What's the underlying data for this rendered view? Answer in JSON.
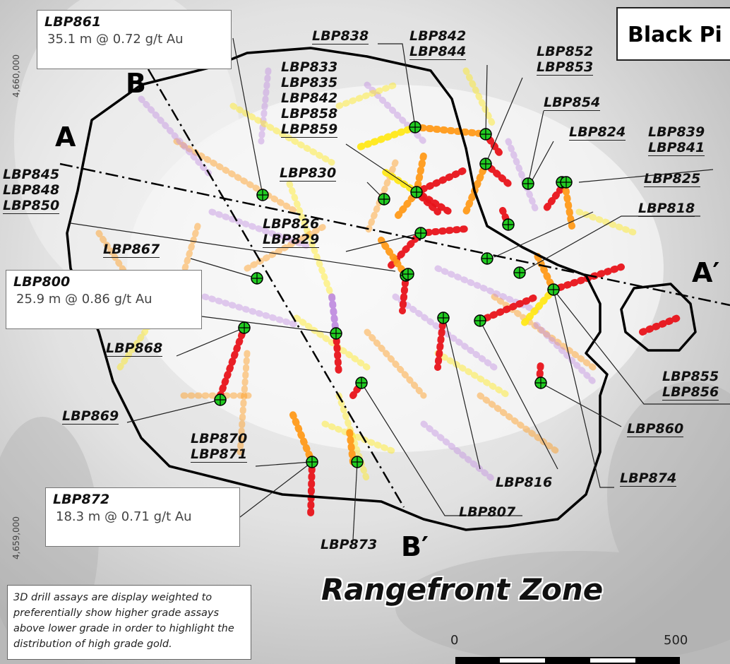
{
  "map_title": "Black Pi",
  "zone_title": "Rangefront Zone",
  "note": "3D drill assays are display weighted to preferentially show higher grade assays above lower grade in order to highlight the distribution of high grade gold.",
  "coordinates": {
    "north_top": "4,660,000",
    "north_bottom": "4,659,000"
  },
  "scale_bar": {
    "start": "0",
    "end": "500"
  },
  "sections": {
    "a": "A",
    "a_prime": "A′",
    "b": "B",
    "b_prime": "B′"
  },
  "info_boxes": {
    "lbp861": {
      "hole": "LBP861",
      "interval": "35.1 m @ 0.72 g/t Au"
    },
    "lbp800": {
      "hole": "LBP800",
      "interval": "25.9 m @ 0.86 g/t Au"
    },
    "lbp872": {
      "hole": "LBP872",
      "interval": "18.3 m @ 0.71 g/t Au"
    }
  },
  "labels": {
    "lbp838": "LBP838",
    "lbp842_844": [
      "LBP842",
      "LBP844"
    ],
    "lbp852_853": [
      "LBP852",
      "LBP853"
    ],
    "lbp833_group": [
      "LBP833",
      "LBP835",
      "LBP842",
      "LBP858",
      "LBP859"
    ],
    "lbp854": "LBP854",
    "lbp824": "LBP824",
    "lbp839_841": [
      "LBP839",
      "LBP841"
    ],
    "lbp845_group": [
      "LBP845",
      "LBP848",
      "LBP850"
    ],
    "lbp830": "LBP830",
    "lbp825": "LBP825",
    "lbp818": "LBP818",
    "lbp826_829": [
      "LBP826",
      "LBP829"
    ],
    "lbp867": "LBP867",
    "lbp868": "LBP868",
    "lbp869": "LBP869",
    "lbp870_871": [
      "LBP870",
      "LBP871"
    ],
    "lbp855_856": [
      "LBP855",
      "LBP856"
    ],
    "lbp860": "LBP860",
    "lbp816": "LBP816",
    "lbp874": "LBP874",
    "lbp807": "LBP807",
    "lbp873": "LBP873"
  },
  "colors": {
    "high_grade": "#e8141b",
    "mid_grade": "#ff9a1a",
    "low_grade": "#ffe81a",
    "trace_grade": "#c08ee0",
    "collar": "#22cc22",
    "pit_outline": "#000000"
  }
}
